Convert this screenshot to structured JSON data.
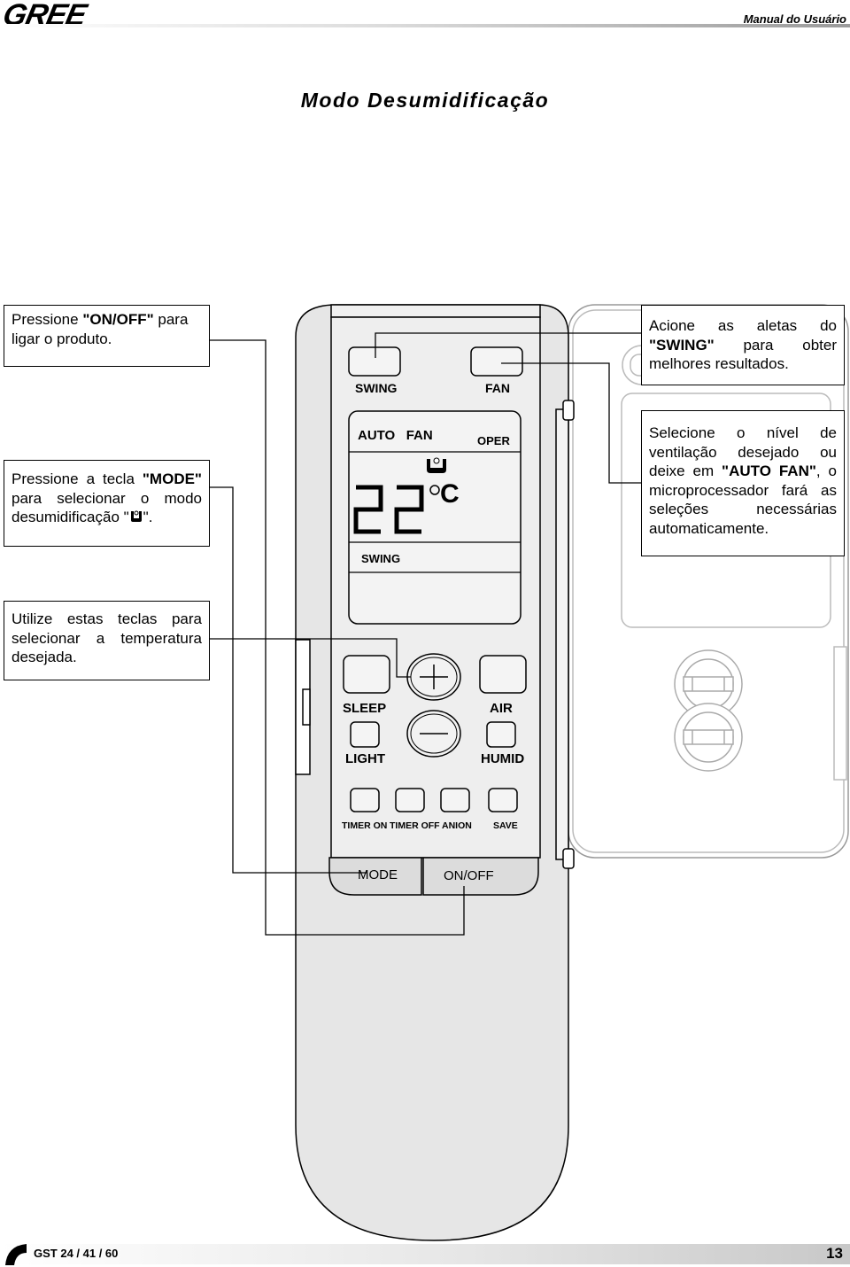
{
  "header": {
    "brand": "GREE",
    "manual_title": "Manual do Usuário"
  },
  "page_title": "Modo Desumidificação",
  "callouts": {
    "onoff": {
      "pre": "Pressione ",
      "key": "\"ON/OFF\"",
      "post": " para ligar o produto."
    },
    "mode": {
      "pre": "Pressione a tecla ",
      "key": "\"MODE\"",
      "mid": " para selecionar o modo desumidificação \"",
      "end": "\"."
    },
    "temp": {
      "text": "Utilize estas teclas para selecionar a temperatura desejada."
    },
    "swing": {
      "pre": "Acione as aletas do ",
      "key": "\"SWING\"",
      "post": " para obter melhores resultados."
    },
    "fan": {
      "pre": "Selecione o nível de ventilação desejado ou deixe em ",
      "key": "\"AUTO FAN\"",
      "post": ", o microprocessador fará as seleções necessárias automaticamente."
    }
  },
  "remote": {
    "top_buttons": {
      "swing": "SWING",
      "fan": "FAN"
    },
    "display": {
      "auto_fan": "AUTO   FAN",
      "oper": "OPER",
      "temperature": "22",
      "unit": "C",
      "swing": "SWING"
    },
    "buttons": {
      "sleep": "SLEEP",
      "air": "AIR",
      "light": "LIGHT",
      "humid": "HUMID"
    },
    "bottom_row": [
      "TIMER ON",
      "TIMER OFF",
      "ANION",
      "SAVE"
    ],
    "mode": "MODE",
    "onoff": "ON/OFF"
  },
  "footer": {
    "model": "GST 24 / 41 / 60",
    "page": "13"
  }
}
